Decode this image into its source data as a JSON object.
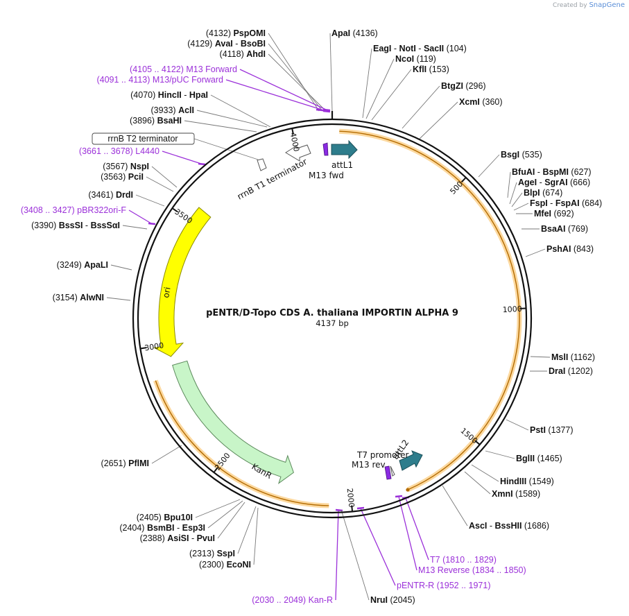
{
  "branding": {
    "created_by": "Created by",
    "brand": "SnapGene"
  },
  "plasmid": {
    "name": "pENTR/D-Topo CDS A. thaliana IMPORTIN ALPHA 9",
    "size": "4137 bp",
    "length": 4137
  },
  "ticks": [
    "500",
    "1000",
    "1500",
    "2000",
    "2500",
    "3000",
    "3500",
    "4000"
  ],
  "features": [
    {
      "name": "attL1",
      "type": "arrow",
      "color": "#2e7d8c"
    },
    {
      "name": "M13 fwd",
      "type": "primer-site",
      "color": "#8a2be2"
    },
    {
      "name": "rrnB T1 terminator",
      "type": "terminator",
      "color": "#ffffff"
    },
    {
      "name": "rrnB T2 terminator",
      "type": "terminator",
      "color": "#ffffff"
    },
    {
      "name": "T7 promoter",
      "type": "promoter",
      "color": "#ffffff"
    },
    {
      "name": "M13 rev",
      "type": "primer-site",
      "color": "#8a2be2"
    },
    {
      "name": "attL2",
      "type": "arrow",
      "color": "#2e7d8c"
    },
    {
      "name": "KanR",
      "type": "arrow",
      "color": "#c8f5c8"
    },
    {
      "name": "ori",
      "type": "arrow",
      "color": "#ffff00"
    }
  ],
  "left_labels": [
    {
      "pos": "(4132)",
      "a": "PspOMI",
      "b": "",
      "kind": "enzyme"
    },
    {
      "pos": "(4129)",
      "a": "AvaI",
      "b": "BsoBI",
      "kind": "enzyme"
    },
    {
      "pos": "(4118)",
      "a": "AhdI",
      "b": "",
      "kind": "enzyme"
    },
    {
      "pos": "(4105 .. 4122)",
      "a": "M13 Forward",
      "b": "",
      "kind": "primer"
    },
    {
      "pos": "(4091 .. 4113)",
      "a": "M13/pUC Forward",
      "b": "",
      "kind": "primer"
    },
    {
      "pos": "(4070)",
      "a": "HincII",
      "b": "HpaI",
      "kind": "enzyme"
    },
    {
      "pos": "(3933)",
      "a": "AclI",
      "b": "",
      "kind": "enzyme"
    },
    {
      "pos": "(3896)",
      "a": "BsaHI",
      "b": "",
      "kind": "enzyme"
    },
    {
      "pos": "(3661 .. 3678)",
      "a": "L4440",
      "b": "",
      "kind": "primer"
    },
    {
      "pos": "(3567)",
      "a": "NspI",
      "b": "",
      "kind": "enzyme"
    },
    {
      "pos": "(3563)",
      "a": "PciI",
      "b": "",
      "kind": "enzyme"
    },
    {
      "pos": "(3461)",
      "a": "DrdI",
      "b": "",
      "kind": "enzyme"
    },
    {
      "pos": "(3408 .. 3427)",
      "a": "pBR322ori-F",
      "b": "",
      "kind": "primer"
    },
    {
      "pos": "(3390)",
      "a": "BssSI",
      "b": "BssSαI",
      "kind": "enzyme"
    },
    {
      "pos": "(3249)",
      "a": "ApaLI",
      "b": "",
      "kind": "enzyme"
    },
    {
      "pos": "(3154)",
      "a": "AlwNI",
      "b": "",
      "kind": "enzyme"
    },
    {
      "pos": "(2651)",
      "a": "PflMI",
      "b": "",
      "kind": "enzyme"
    },
    {
      "pos": "(2405)",
      "a": "Bpu10I",
      "b": "",
      "kind": "enzyme"
    },
    {
      "pos": "(2404)",
      "a": "BsmBI",
      "b": "Esp3I",
      "kind": "enzyme"
    },
    {
      "pos": "(2388)",
      "a": "AsiSI",
      "b": "PvuI",
      "kind": "enzyme"
    },
    {
      "pos": "(2313)",
      "a": "SspI",
      "b": "",
      "kind": "enzyme"
    },
    {
      "pos": "(2300)",
      "a": "EcoNI",
      "b": "",
      "kind": "enzyme"
    },
    {
      "pos": "(2030 .. 2049)",
      "a": "Kan-R",
      "b": "",
      "kind": "primer"
    }
  ],
  "right_labels": [
    {
      "a": "ApaI",
      "b": "",
      "pos": "(4136)",
      "kind": "enzyme"
    },
    {
      "a": "EagI",
      "b": "NotI",
      "c": "SacII",
      "pos": "(104)",
      "kind": "enzyme"
    },
    {
      "a": "NcoI",
      "b": "",
      "pos": "(119)",
      "kind": "enzyme"
    },
    {
      "a": "KflI",
      "b": "",
      "pos": "(153)",
      "kind": "enzyme"
    },
    {
      "a": "BtgZI",
      "b": "",
      "pos": "(296)",
      "kind": "enzyme"
    },
    {
      "a": "XcmI",
      "b": "",
      "pos": "(360)",
      "kind": "enzyme"
    },
    {
      "a": "BsgI",
      "b": "",
      "pos": "(535)",
      "kind": "enzyme"
    },
    {
      "a": "BfuAI",
      "b": "BspMI",
      "pos": "(627)",
      "kind": "enzyme"
    },
    {
      "a": "AgeI",
      "b": "SgrAI",
      "pos": "(666)",
      "kind": "enzyme"
    },
    {
      "a": "BlpI",
      "b": "",
      "pos": "(674)",
      "kind": "enzyme"
    },
    {
      "a": "FspI",
      "b": "FspAI",
      "pos": "(684)",
      "kind": "enzyme"
    },
    {
      "a": "MfeI",
      "b": "",
      "pos": "(692)",
      "kind": "enzyme"
    },
    {
      "a": "BsaAI",
      "b": "",
      "pos": "(769)",
      "kind": "enzyme"
    },
    {
      "a": "PshAI",
      "b": "",
      "pos": "(843)",
      "kind": "enzyme"
    },
    {
      "a": "MslI",
      "b": "",
      "pos": "(1162)",
      "kind": "enzyme"
    },
    {
      "a": "DraI",
      "b": "",
      "pos": "(1202)",
      "kind": "enzyme"
    },
    {
      "a": "PstI",
      "b": "",
      "pos": "(1377)",
      "kind": "enzyme"
    },
    {
      "a": "BglII",
      "b": "",
      "pos": "(1465)",
      "kind": "enzyme"
    },
    {
      "a": "HindIII",
      "b": "",
      "pos": "(1549)",
      "kind": "enzyme"
    },
    {
      "a": "XmnI",
      "b": "",
      "pos": "(1589)",
      "kind": "enzyme"
    },
    {
      "a": "AscI",
      "b": "BssHII",
      "pos": "(1686)",
      "kind": "enzyme"
    },
    {
      "a": "T7",
      "b": "",
      "pos": "(1810 .. 1829)",
      "kind": "primer"
    },
    {
      "a": "M13 Reverse",
      "b": "",
      "pos": "(1834 .. 1850)",
      "kind": "primer"
    },
    {
      "a": "pENTR-R",
      "b": "",
      "pos": "(1952 .. 1971)",
      "kind": "primer"
    },
    {
      "a": "NruI",
      "b": "",
      "pos": "(2045)",
      "kind": "enzyme"
    }
  ]
}
